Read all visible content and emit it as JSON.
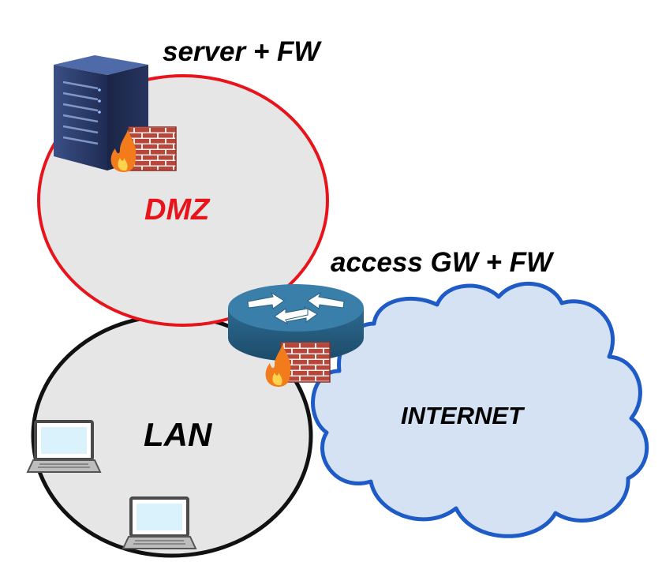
{
  "labels": {
    "server": "server + FW",
    "dmz": "DMZ",
    "gateway": "access GW + FW",
    "lan": "LAN",
    "internet": "INTERNET"
  },
  "colors": {
    "dmz_border": "#e8141b",
    "lan_border": "#111111",
    "cloud_border": "#1e5bc6",
    "cloud_fill": "#d4e2f3",
    "zone_fill": "#e6e6e6",
    "router_blue": "#2f6c92",
    "server_blue": "#2c3d6e",
    "brick_red": "#b9463a"
  },
  "icons": [
    "server-icon",
    "firewall-icon",
    "router-icon",
    "laptop-icon",
    "cloud-icon"
  ]
}
